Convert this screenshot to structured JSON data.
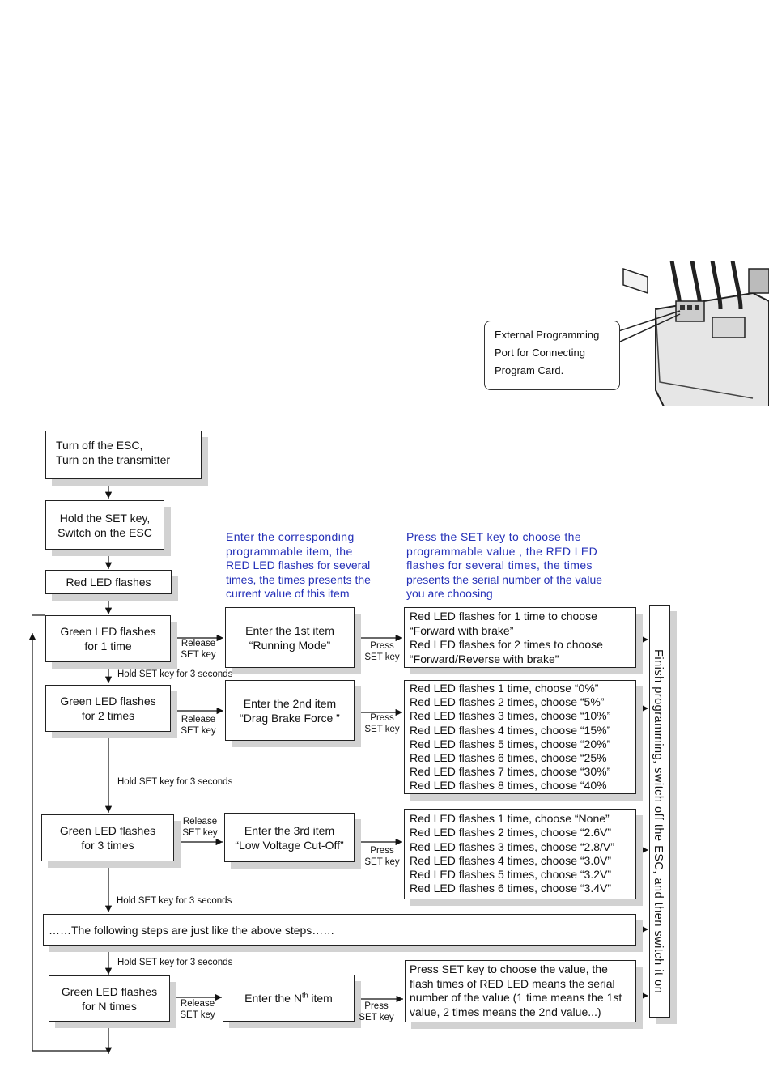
{
  "callout": {
    "lines": [
      "External Programming",
      "Port for Connecting",
      "Program Card."
    ]
  },
  "notes": {
    "item_note": [
      "Enter the corresponding",
      "programmable item, the",
      "RED LED flashes for several",
      "times, the times presents the",
      "current value of this item"
    ],
    "value_note": [
      "Press the SET key to choose the",
      "programmable value , the RED LED",
      "flashes for several times, the times",
      "presents the serial number of the  value",
      "you are choosing"
    ]
  },
  "steps": {
    "turn_off": [
      "Turn off the ESC,",
      "Turn on the transmitter"
    ],
    "hold_set": [
      "Hold the SET key,",
      "Switch on the ESC"
    ],
    "red_led": "Red LED flashes"
  },
  "green": {
    "g1": [
      "Green LED flashes",
      "for 1 time"
    ],
    "g2": [
      "Green LED flashes",
      "for 2 times"
    ],
    "g3": [
      "Green LED flashes",
      "for 3 times"
    ],
    "gn": [
      "Green LED flashes",
      "for N times"
    ]
  },
  "items": {
    "i1": [
      "Enter the 1st item",
      "“Running Mode”"
    ],
    "i2": [
      "Enter the 2nd item",
      "“Drag Brake Force ”"
    ],
    "i3": [
      "Enter the 3rd item",
      "“Low Voltage Cut-Off”"
    ],
    "in_prefix": "Enter the N",
    "in_sup": "th",
    "in_suffix": " item"
  },
  "values": {
    "v1": [
      "Red LED flashes for 1 time to choose",
      "“Forward with brake”",
      "Red LED flashes for 2 times to  choose",
      "“Forward/Reverse with brake”"
    ],
    "v2": [
      "Red LED flashes 1 time, choose “0%”",
      "Red LED flashes 2 times, choose “5%”",
      "Red LED flashes 3 times, choose “10%”",
      "Red LED flashes 4 times, choose “15%”",
      "Red LED flashes 5 times, choose “20%”",
      "Red LED flashes 6 times, choose “25%",
      "Red LED flashes 7 times, choose “30%”",
      "Red LED flashes 8 times, choose “40%"
    ],
    "v3": [
      "Red LED flashes 1 time, choose “None”",
      "Red LED flashes 2 times, choose “2.6V”",
      "Red LED flashes 3 times, choose “2.8/V”",
      "Red LED flashes 4 times, choose “3.0V”",
      "Red LED flashes 5 times, choose “3.2V”",
      "Red LED flashes 6 times, choose “3.4V”"
    ],
    "vn": [
      "Press SET key to choose the value, the",
      "flash times of RED LED means the serial",
      "number of the value (1 time means the 1st",
      "value, 2 times means the 2nd value...)"
    ]
  },
  "following": "……The following steps are just like the above steps……",
  "finish": "Finish programming, switch off the ESC, and then switch it on",
  "labels": {
    "release": [
      "Release",
      "SET key"
    ],
    "press": [
      "Press",
      "SET key"
    ],
    "hold3": "Hold SET key for 3 seconds"
  }
}
